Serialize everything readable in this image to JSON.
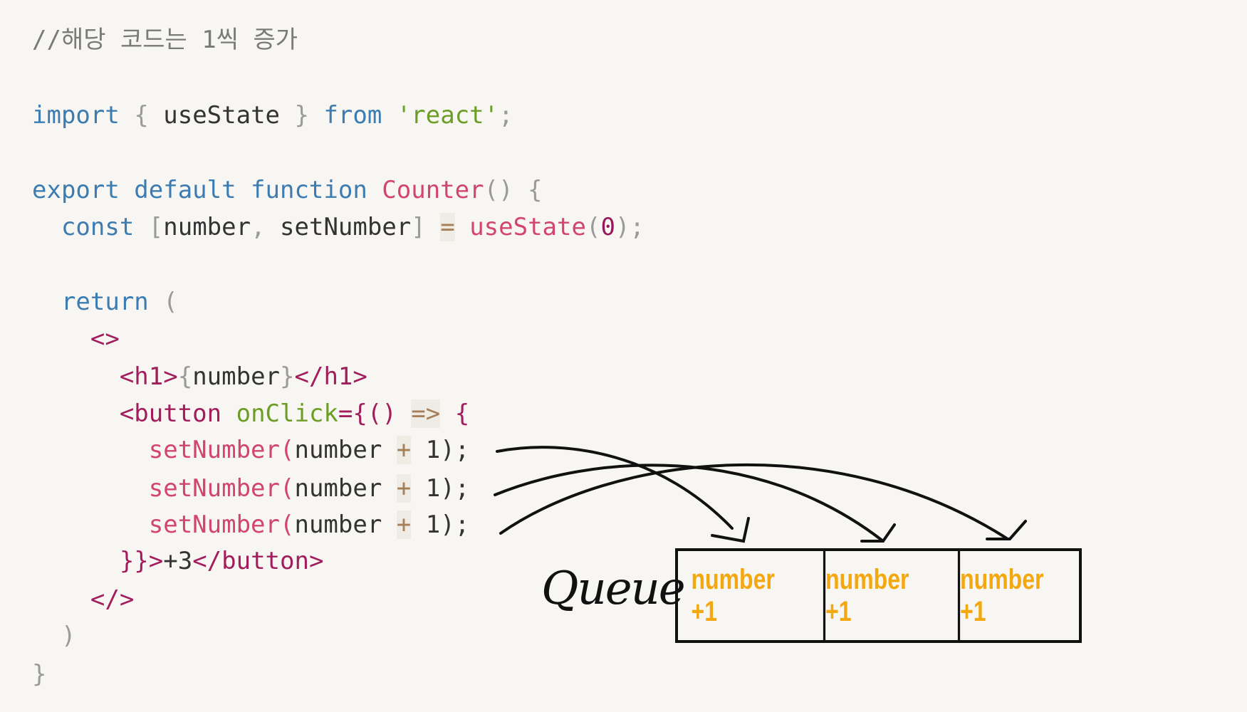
{
  "code": {
    "lines": [
      {
        "indent": 0,
        "tokens": [
          {
            "text": "//해당 코드는 1씩 증가",
            "c": "cm"
          }
        ]
      },
      {
        "indent": 0,
        "tokens": [
          {
            "text": "import",
            "c": "kw"
          },
          {
            "text": " { ",
            "c": "pn"
          },
          {
            "text": "useState",
            "c": "tx"
          },
          {
            "text": " } ",
            "c": "pn"
          },
          {
            "text": "from",
            "c": "kw"
          },
          {
            "text": " ",
            "c": "tx"
          },
          {
            "text": "'react'",
            "c": "str"
          },
          {
            "text": ";",
            "c": "pn"
          }
        ]
      },
      {
        "indent": 0,
        "tokens": [
          {
            "text": "export default function",
            "c": "kw"
          },
          {
            "text": " ",
            "c": "tx"
          },
          {
            "text": "Counter",
            "c": "fn"
          },
          {
            "text": "() {",
            "c": "pn"
          }
        ]
      },
      {
        "indent": 2,
        "tokens": [
          {
            "text": "const",
            "c": "kw"
          },
          {
            "text": " [",
            "c": "pn"
          },
          {
            "text": "number",
            "c": "tx"
          },
          {
            "text": ", ",
            "c": "pn"
          },
          {
            "text": "setNumber",
            "c": "tx"
          },
          {
            "text": "] ",
            "c": "pn"
          },
          {
            "text": "=",
            "c": "op"
          },
          {
            "text": " ",
            "c": "tx"
          },
          {
            "text": "useState",
            "c": "fn"
          },
          {
            "text": "(",
            "c": "pn"
          },
          {
            "text": "0",
            "c": "num"
          },
          {
            "text": ");",
            "c": "pn"
          }
        ]
      },
      {
        "indent": 2,
        "tokens": [
          {
            "text": "return",
            "c": "kw"
          },
          {
            "text": " (",
            "c": "pn"
          }
        ]
      },
      {
        "indent": 4,
        "tokens": [
          {
            "text": "<>",
            "c": "tag"
          }
        ]
      },
      {
        "indent": 6,
        "tokens": [
          {
            "text": "<h1>",
            "c": "tag"
          },
          {
            "text": "{",
            "c": "pn"
          },
          {
            "text": "number",
            "c": "tx"
          },
          {
            "text": "}",
            "c": "pn"
          },
          {
            "text": "</h1>",
            "c": "tag"
          }
        ]
      },
      {
        "indent": 6,
        "tokens": [
          {
            "text": "<button",
            "c": "tag"
          },
          {
            "text": " ",
            "c": "tx"
          },
          {
            "text": "onClick",
            "c": "attr"
          },
          {
            "text": "={() ",
            "c": "tag"
          },
          {
            "text": "=>",
            "c": "op"
          },
          {
            "text": " {",
            "c": "tag"
          }
        ]
      },
      {
        "indent": 8,
        "tokens": [
          {
            "text": "setNumber",
            "c": "fn"
          },
          {
            "text": "(",
            "c": "fn"
          },
          {
            "text": "number",
            "c": "tx"
          },
          {
            "text": " ",
            "c": "tx"
          },
          {
            "text": "+",
            "c": "op"
          },
          {
            "text": " 1",
            "c": "tx"
          },
          {
            "text": ");",
            "c": "tx"
          }
        ]
      },
      {
        "indent": 8,
        "tokens": [
          {
            "text": "setNumber",
            "c": "fn"
          },
          {
            "text": "(",
            "c": "fn"
          },
          {
            "text": "number",
            "c": "tx"
          },
          {
            "text": " ",
            "c": "tx"
          },
          {
            "text": "+",
            "c": "op"
          },
          {
            "text": " 1",
            "c": "tx"
          },
          {
            "text": ");",
            "c": "tx"
          }
        ]
      },
      {
        "indent": 8,
        "tokens": [
          {
            "text": "setNumber",
            "c": "fn"
          },
          {
            "text": "(",
            "c": "fn"
          },
          {
            "text": "number",
            "c": "tx"
          },
          {
            "text": " ",
            "c": "tx"
          },
          {
            "text": "+",
            "c": "op"
          },
          {
            "text": " 1",
            "c": "tx"
          },
          {
            "text": ");",
            "c": "tx"
          }
        ]
      },
      {
        "indent": 6,
        "tokens": [
          {
            "text": "}}>",
            "c": "tag"
          },
          {
            "text": "+3",
            "c": "tx"
          },
          {
            "text": "</button>",
            "c": "tag"
          }
        ]
      },
      {
        "indent": 4,
        "tokens": [
          {
            "text": "</>",
            "c": "tag"
          }
        ]
      },
      {
        "indent": 2,
        "tokens": [
          {
            "text": ")",
            "c": "pn"
          }
        ]
      },
      {
        "indent": 0,
        "tokens": [
          {
            "text": "}",
            "c": "pn"
          }
        ]
      }
    ]
  },
  "queue": {
    "label": "Queue",
    "cells": [
      "number +1",
      "number +1",
      "number +1"
    ]
  },
  "colors": {
    "queue_text": "#f4a80f",
    "keyword": "#3d7cb0",
    "function": "#d2456e",
    "string": "#6c9d25"
  }
}
